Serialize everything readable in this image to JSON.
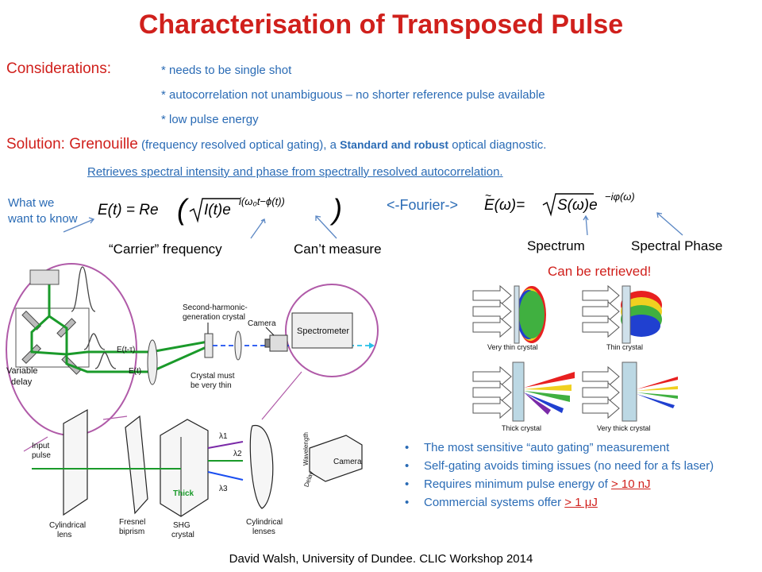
{
  "title": "Characterisation of Transposed Pulse",
  "considerations": {
    "label": "Considerations:",
    "items": [
      "* needs to be single shot",
      "* autocorrelation not unambiguous – no shorter reference pulse available",
      "* low pulse energy"
    ]
  },
  "solution": {
    "label": "Solution: ",
    "name": "Grenouille",
    "desc_a": " (frequency resolved optical gating), a ",
    "desc_bold": "Standard and robust",
    "desc_b": " optical diagnostic.",
    "retrieves": "Retrieves spectral intensity and phase from spectrally resolved autocorrelation."
  },
  "equation": {
    "what_we_want": "What we want to know",
    "fourier": "<-Fourier->",
    "carrier": "“Carrier” frequency",
    "cant_measure": "Can’t measure",
    "spectrum": "Spectrum",
    "spectral_phase": "Spectral Phase",
    "can_be_retrieved": "Can be retrieved!"
  },
  "diagram": {
    "second_harmonic": "Second-harmonic-",
    "generation_crystal": "generation crystal",
    "camera_top": "Camera",
    "spectrometer": "Spectrometer",
    "e_t_tau": "E(t-τ)",
    "e_t": "E(t)",
    "crystal_must": "Crystal must",
    "be_very_thin": "be very thin",
    "variable": "Variable",
    "delay": "delay",
    "input": "Input",
    "pulse": "pulse",
    "cylindrical_lens": "Cylindrical",
    "lens": "lens",
    "fresnel": "Fresnel",
    "biprism": "biprism",
    "thick": "Thick",
    "shg": "SHG",
    "crystal": "crystal",
    "cylindrical_lenses_a": "Cylindrical",
    "cylindrical_lenses_b": "lenses",
    "camera_bottom": "Camera",
    "wavelength": "Wavelength",
    "delay_axis": "Delay",
    "lambda1": "λ1",
    "lambda2": "λ2",
    "lambda3": "λ3"
  },
  "crystals": {
    "very_thin": "Very thin crystal",
    "thin": "Thin crystal",
    "thick": "Thick crystal",
    "very_thick": "Very thick crystal"
  },
  "bullets": {
    "b1": "The most sensitive “auto gating” measurement",
    "b2": "Self-gating avoids timing issues (no need for a fs laser)",
    "b3_pre": "Requires minimum pulse energy of ",
    "b3_val": "> 10 nJ",
    "b4_pre": "Commercial systems offer ",
    "b4_val": "> 1 μJ"
  },
  "footer": "David Walsh, University of Dundee. CLIC Workshop 2014",
  "colors": {
    "title_red": "#d0201c",
    "text_blue": "#2a6bb5",
    "beam_green": "#1a9a2a"
  }
}
